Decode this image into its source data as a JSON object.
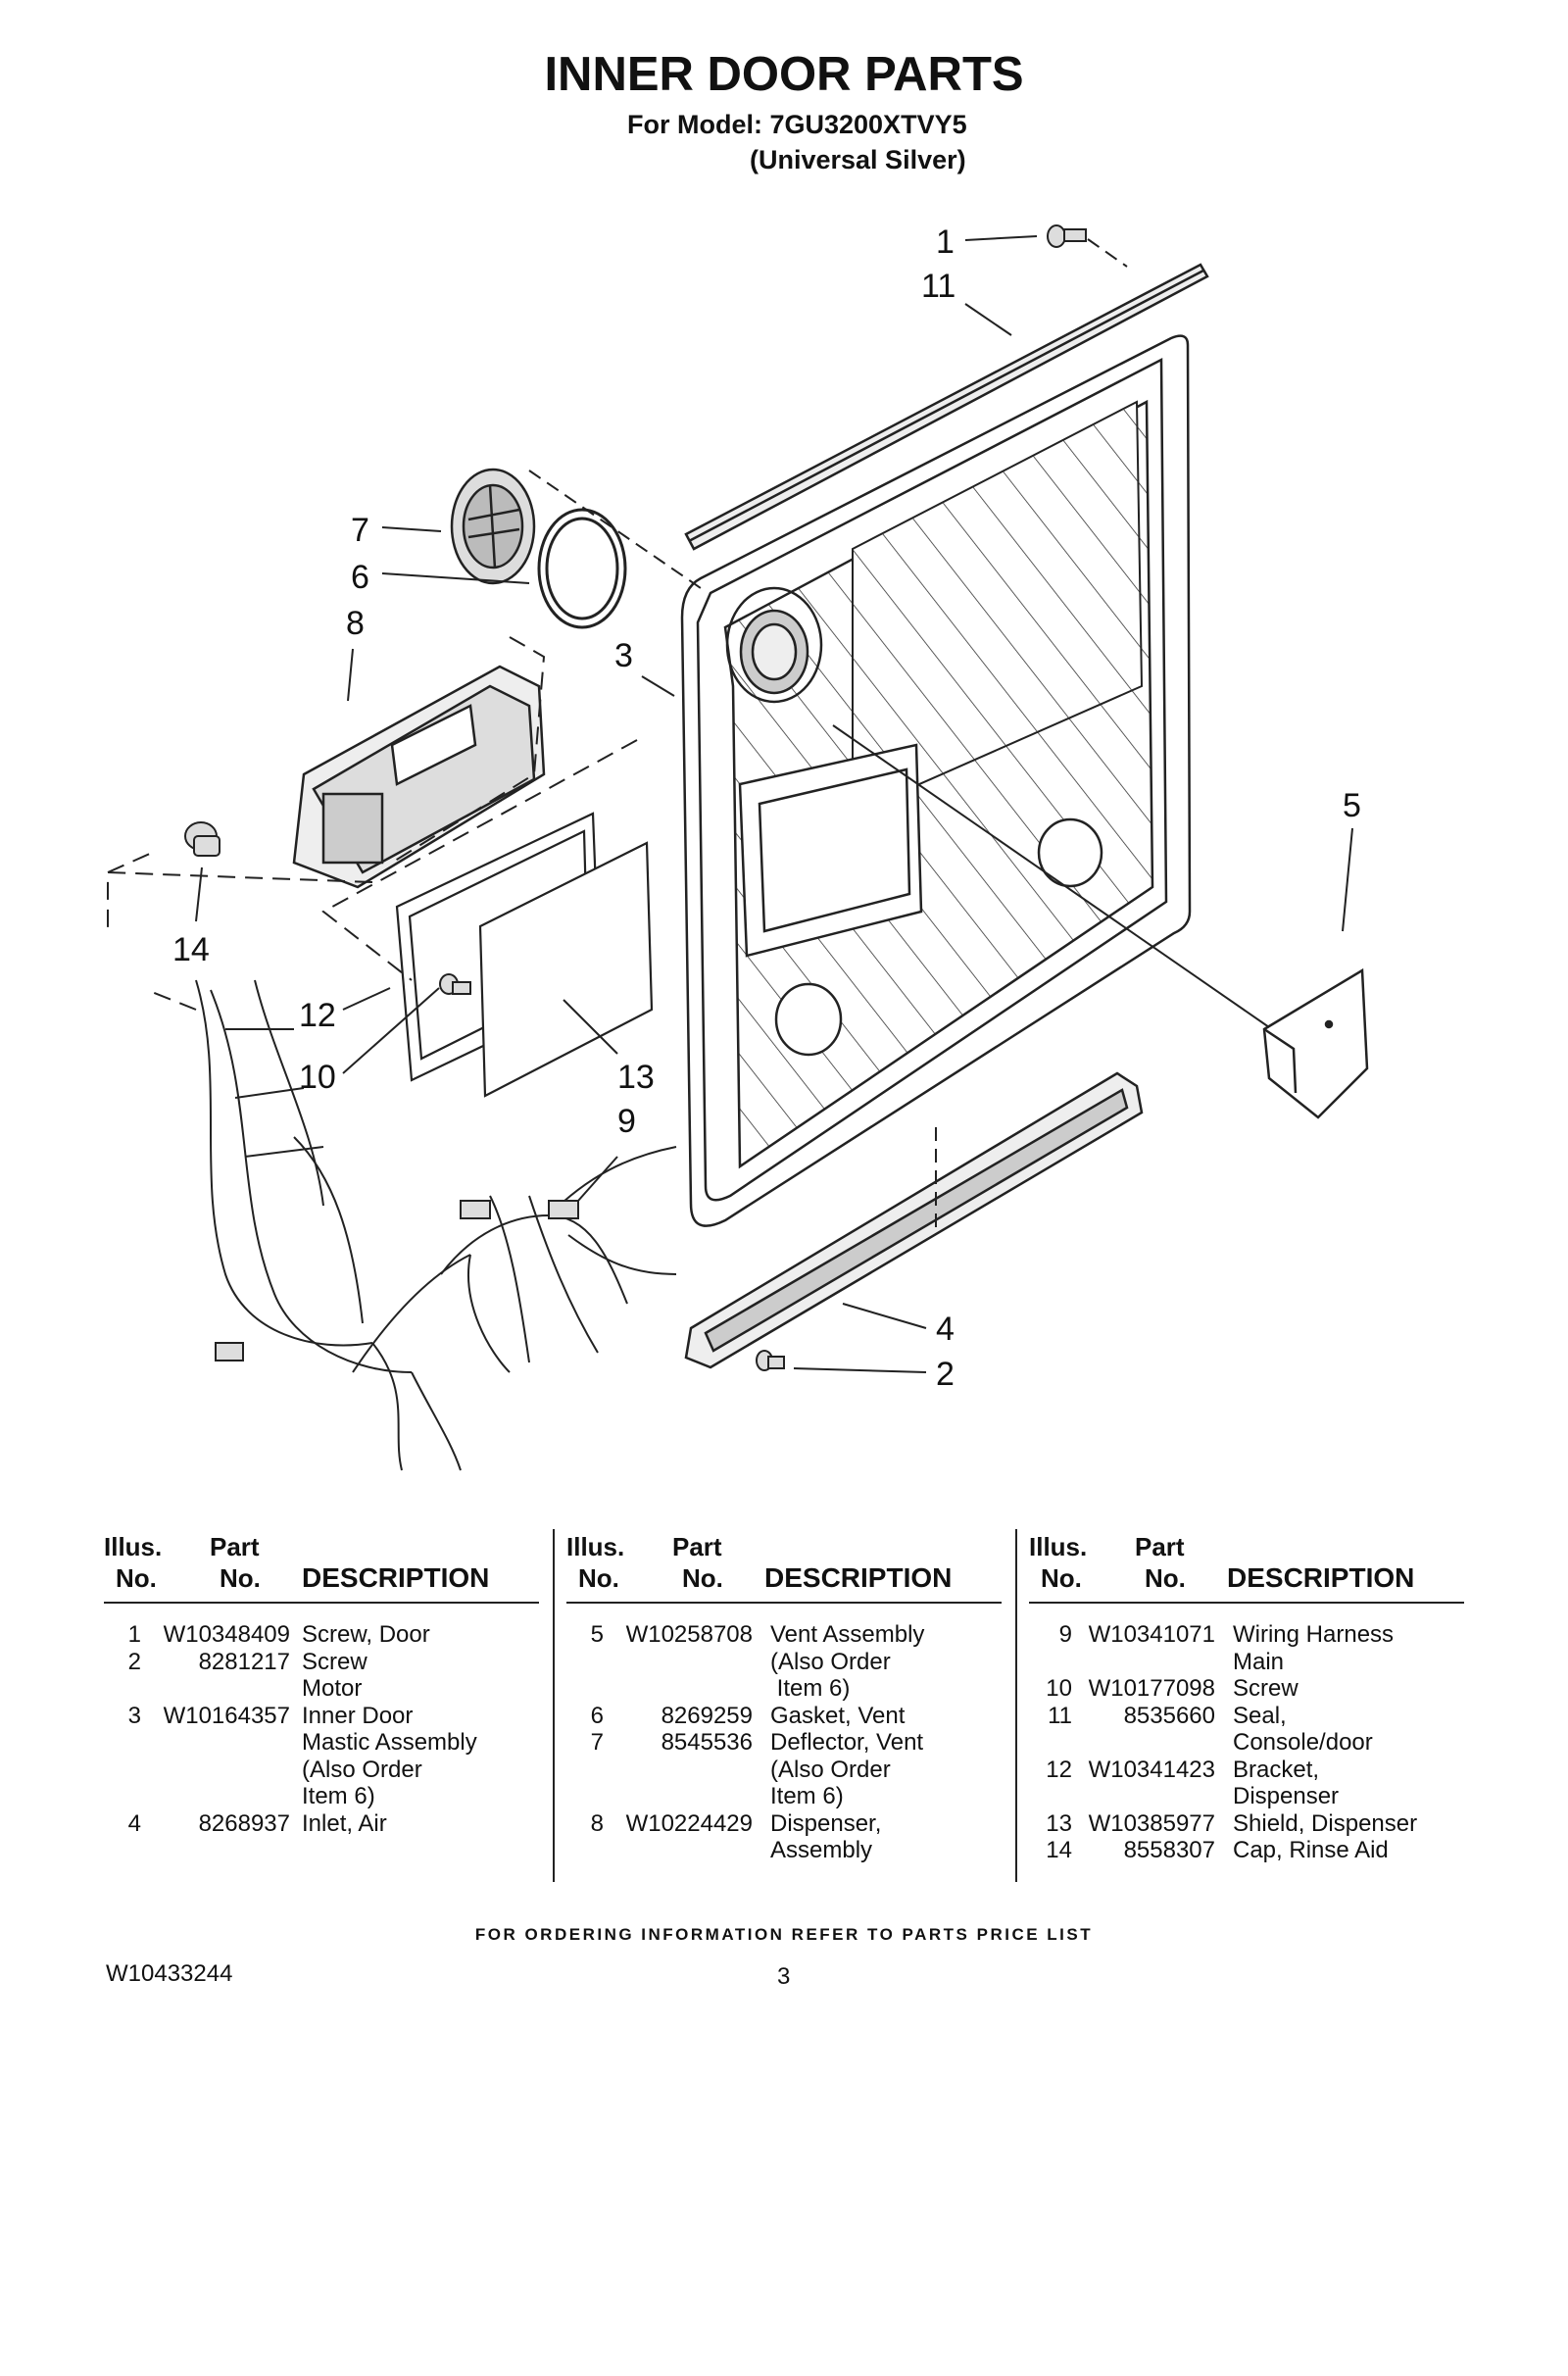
{
  "header": {
    "title": "INNER DOOR PARTS",
    "model_line": "For Model: 7GU3200XTVY5",
    "variant_line": "(Universal Silver)"
  },
  "diagram": {
    "callouts": [
      "1",
      "11",
      "7",
      "6",
      "8",
      "3",
      "5",
      "14",
      "12",
      "10",
      "13",
      "9",
      "4",
      "2"
    ]
  },
  "table": {
    "headers": {
      "illus_1": "Illus.",
      "illus_2": "No.",
      "part_1": "Part",
      "part_2": "No.",
      "description": "DESCRIPTION"
    },
    "columns": [
      [
        {
          "illus": "1",
          "part": "W10348409",
          "desc": [
            "Screw, Door"
          ]
        },
        {
          "illus": "2",
          "part": "8281217",
          "desc": [
            "Screw",
            "Motor"
          ]
        },
        {
          "illus": "3",
          "part": "W10164357",
          "desc": [
            "Inner Door",
            "Mastic Assembly",
            "(Also Order",
            "Item 6)"
          ]
        },
        {
          "illus": "4",
          "part": "8268937",
          "desc": [
            "Inlet, Air"
          ]
        }
      ],
      [
        {
          "illus": "5",
          "part": "W10258708",
          "desc": [
            "Vent Assembly",
            "(Also Order",
            " Item 6)"
          ]
        },
        {
          "illus": "6",
          "part": "8269259",
          "desc": [
            "Gasket, Vent"
          ]
        },
        {
          "illus": "7",
          "part": "8545536",
          "desc": [
            "Deflector, Vent",
            "(Also Order",
            "Item 6)"
          ]
        },
        {
          "illus": "8",
          "part": "W10224429",
          "desc": [
            "Dispenser,",
            "Assembly"
          ]
        }
      ],
      [
        {
          "illus": "9",
          "part": "W10341071",
          "desc": [
            "Wiring Harness",
            "Main"
          ]
        },
        {
          "illus": "10",
          "part": "W10177098",
          "desc": [
            "Screw"
          ]
        },
        {
          "illus": "11",
          "part": "8535660",
          "desc": [
            "Seal,",
            "Console/door"
          ]
        },
        {
          "illus": "12",
          "part": "W10341423",
          "desc": [
            "Bracket,",
            "Dispenser"
          ]
        },
        {
          "illus": "13",
          "part": "W10385977",
          "desc": [
            "Shield, Dispenser"
          ]
        },
        {
          "illus": "14",
          "part": "8558307",
          "desc": [
            "Cap, Rinse Aid"
          ]
        }
      ]
    ]
  },
  "footer": {
    "ordering_note": "FOR ORDERING INFORMATION REFER TO PARTS PRICE LIST",
    "doc_number": "W10433244",
    "page_number": "3"
  }
}
